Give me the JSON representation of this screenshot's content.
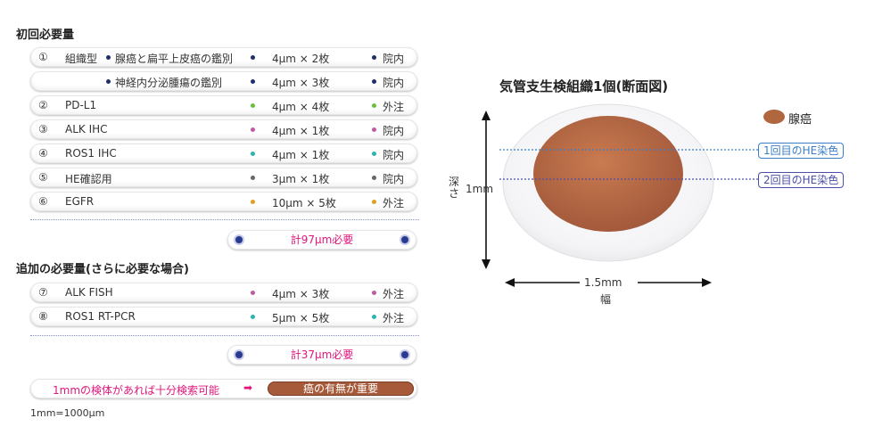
{
  "section1": {
    "title": "初回必要量"
  },
  "rows1": [
    {
      "num": "①",
      "name": "組織型",
      "name2": "腺癌と扁平上皮癌の鑑別",
      "qty": "4μm × 2枚",
      "place": "院内",
      "color": "#1f2f6b"
    },
    {
      "num": "",
      "name": "",
      "name2": "神経内分泌腫瘍の鑑別",
      "qty": "4μm × 3枚",
      "place": "院内",
      "color": "#1f2f6b"
    },
    {
      "num": "②",
      "name": "PD-L1",
      "name2": "",
      "qty": "4μm × 4枚",
      "place": "外注",
      "color": "#6abf3a"
    },
    {
      "num": "③",
      "name": "ALK IHC",
      "name2": "",
      "qty": "4μm × 1枚",
      "place": "院内",
      "color": "#c05aa6"
    },
    {
      "num": "④",
      "name": "ROS1 IHC",
      "name2": "",
      "qty": "4μm × 1枚",
      "place": "院内",
      "color": "#2bb3b3"
    },
    {
      "num": "⑤",
      "name": "HE確認用",
      "name2": "",
      "qty": "3μm × 1枚",
      "place": "院内",
      "color": "#666666"
    },
    {
      "num": "⑥",
      "name": "EGFR",
      "name2": "",
      "qty": "10μm × 5枚",
      "place": "外注",
      "color": "#e0a020"
    }
  ],
  "total1": "計97μm必要",
  "section2": {
    "title": "追加の必要量(さらに必要な場合)"
  },
  "rows2": [
    {
      "num": "⑦",
      "name": "ALK FISH",
      "qty": "4μm × 3枚",
      "place": "外注",
      "color": "#c05aa6"
    },
    {
      "num": "⑧",
      "name": "ROS1 RT-PCR",
      "qty": "5μm × 5枚",
      "place": "外注",
      "color": "#2bb3b3"
    }
  ],
  "total2": "計37μm必要",
  "note": {
    "text": "1mmの検体があれば十分検索可能",
    "arrow": "➡",
    "highlight": "癌の有無が重要"
  },
  "footnote": "1mm=1000μm",
  "diagram": {
    "title": "気管支生検組織1個(断面図)",
    "legend": "腺癌",
    "he1": "1回目のHE染色",
    "he2": "2回目のHE染色",
    "depth_label": "深さ",
    "depth_value": "1mm",
    "width_value": "1.5mm",
    "width_label": "幅",
    "tumor_color": "#b0663f",
    "he1_color": "#3a7ec8",
    "he2_color": "#4b4fa8"
  }
}
